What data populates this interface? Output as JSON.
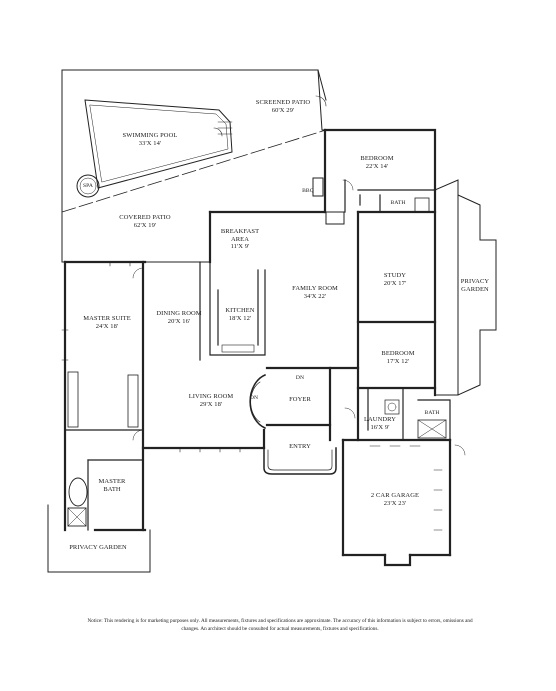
{
  "rooms": {
    "screened_patio": {
      "name": "SCREENED PATIO",
      "size": "60'X 29'"
    },
    "swimming_pool": {
      "name": "SWIMMING POOL",
      "size": "33'X 14'"
    },
    "spa": {
      "name": "SPA"
    },
    "covered_patio": {
      "name": "COVERED PATIO",
      "size": "62'X 19'"
    },
    "bedroom_1": {
      "name": "BEDROOM",
      "size": "22'X 14'"
    },
    "bbq": {
      "name": "BBQ"
    },
    "bath_1": {
      "name": "BATH"
    },
    "breakfast": {
      "name": "BREAKFAST",
      "name2": "AREA",
      "size": "11'X 9'"
    },
    "study": {
      "name": "STUDY",
      "size": "20'X 17'"
    },
    "privacy_garden_east": {
      "name": "PRIVACY",
      "name2": "GARDEN"
    },
    "master_suite": {
      "name": "MASTER SUITE",
      "size": "24'X 18'"
    },
    "dining_room": {
      "name": "DINING ROOM",
      "size": "20'X 16'"
    },
    "kitchen": {
      "name": "KITCHEN",
      "size": "18'X 12'"
    },
    "family_room": {
      "name": "FAMILY ROOM",
      "size": "34'X 22'"
    },
    "bedroom_2": {
      "name": "BEDROOM",
      "size": "17'X 12'"
    },
    "dn": {
      "name": "DN"
    },
    "living_room": {
      "name": "LIVING ROOM",
      "size": "29'X 18'"
    },
    "on": {
      "name": "ON"
    },
    "foyer": {
      "name": "FOYER"
    },
    "laundry": {
      "name": "LAUNDRY",
      "size": "16'X 9'"
    },
    "bath_2": {
      "name": "BATH"
    },
    "entry": {
      "name": "ENTRY"
    },
    "master_bath": {
      "name": "MASTER",
      "name2": "BATH"
    },
    "garage": {
      "name": "2 CAR GARAGE",
      "size": "23'X 23'"
    },
    "privacy_garden_south": {
      "name": "PRIVACY GARDEN"
    }
  },
  "notice": "Notice: This rendering is for marketing purposes only. All measurements, fixtures and specifications are approximate. The accuracy of this information is subject to errors, omissions and changes. An architect should be consulted for actual measurements, fixtures and specifications."
}
